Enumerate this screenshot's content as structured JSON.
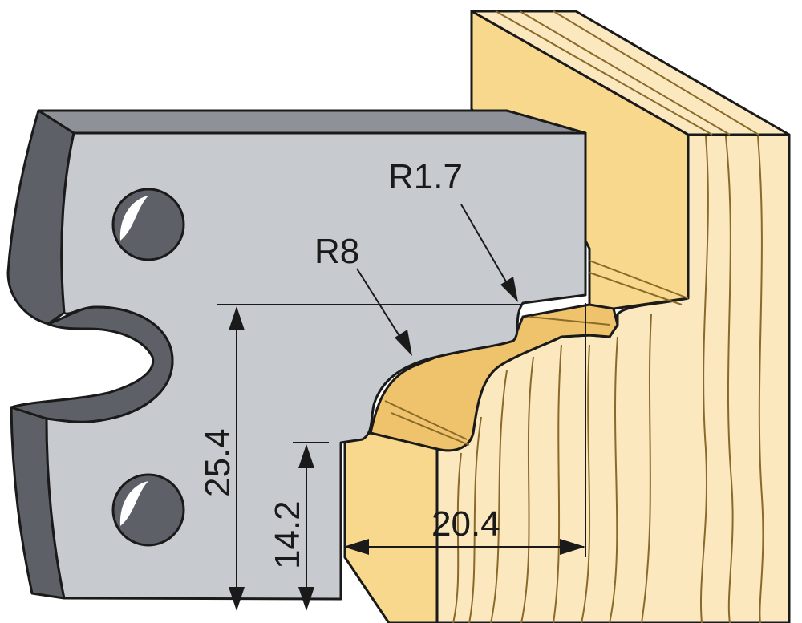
{
  "dimensions": {
    "radius_top": "R1.7",
    "radius_mid": "R8",
    "height_total": "25.4",
    "height_lower": "14.2",
    "width": "20.4"
  },
  "colors": {
    "steel_face": "#c7cacf",
    "steel_edge": "#5d6066",
    "wood_light": "#fbe8bf",
    "wood_mid": "#f7d88d",
    "wood_dark": "#efc36c",
    "grain": "#8a6a2a",
    "outline": "#1a1a1a"
  }
}
